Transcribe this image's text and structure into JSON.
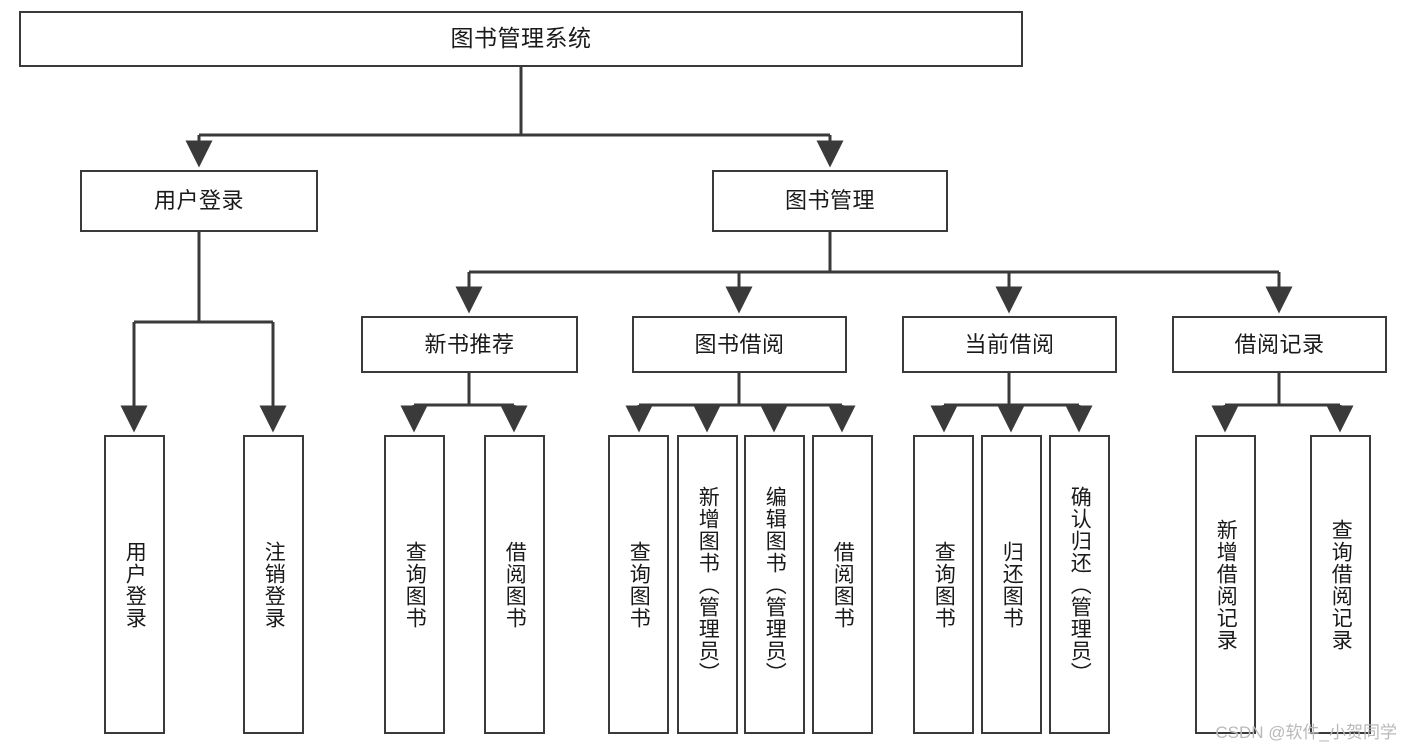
{
  "diagram": {
    "title": "图书管理系统",
    "type": "hierarchy-tree",
    "watermark": "CSDN @软件_小贺同学",
    "nodes": {
      "root": {
        "label": "图书管理系统"
      },
      "level2": [
        {
          "id": "user-login",
          "label": "用户登录"
        },
        {
          "id": "book-management",
          "label": "图书管理"
        }
      ],
      "level3": [
        {
          "id": "new-book-recommend",
          "label": "新书推荐"
        },
        {
          "id": "book-borrow",
          "label": "图书借阅"
        },
        {
          "id": "current-borrow",
          "label": "当前借阅"
        },
        {
          "id": "borrow-record",
          "label": "借阅记录"
        }
      ],
      "leaves": {
        "user-login": [
          {
            "id": "leaf-user-login",
            "label": "用户登录"
          },
          {
            "id": "leaf-logout-login",
            "label": "注销登录"
          }
        ],
        "new-book-recommend": [
          {
            "id": "leaf-query-book-1",
            "label": "查询图书"
          },
          {
            "id": "leaf-borrow-book-1",
            "label": "借阅图书"
          }
        ],
        "book-borrow": [
          {
            "id": "leaf-query-book-2",
            "label": "查询图书"
          },
          {
            "id": "leaf-add-book",
            "label": "新增图书（管理员）"
          },
          {
            "id": "leaf-edit-book",
            "label": "编辑图书（管理员）"
          },
          {
            "id": "leaf-borrow-book-2",
            "label": "借阅图书"
          }
        ],
        "current-borrow": [
          {
            "id": "leaf-query-book-3",
            "label": "查询图书"
          },
          {
            "id": "leaf-return-book",
            "label": "归还图书"
          },
          {
            "id": "leaf-confirm-return",
            "label": "确认归还（管理员）"
          }
        ],
        "borrow-record": [
          {
            "id": "leaf-add-record",
            "label": "新增借阅记录"
          },
          {
            "id": "leaf-query-record",
            "label": "查询借阅记录"
          }
        ]
      }
    },
    "colors": {
      "stroke": "#3a3a3a",
      "fill": "#ffffff",
      "text": "#1a1a1a",
      "watermark": "#b9b9b9"
    }
  }
}
